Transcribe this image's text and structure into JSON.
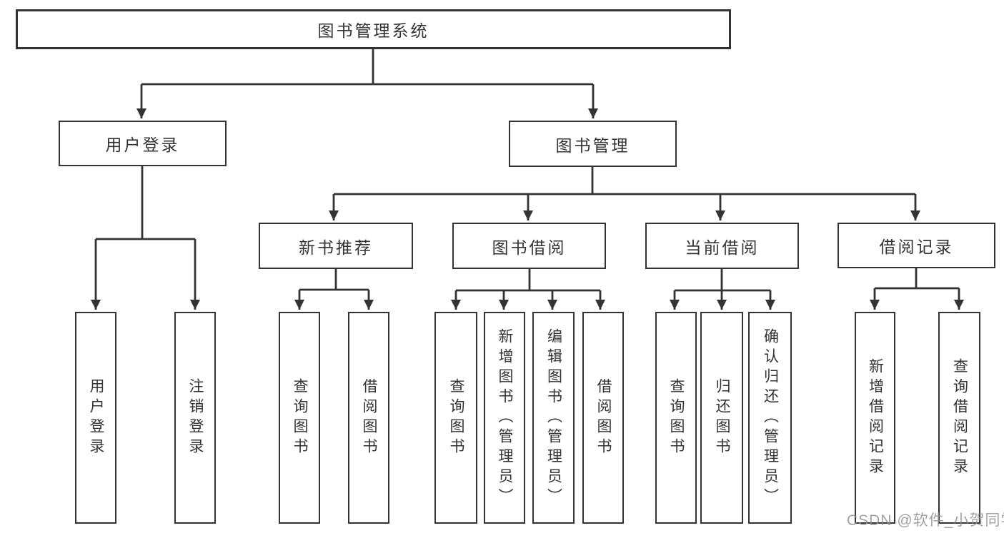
{
  "diagram": {
    "root": "图书管理系统",
    "level2": {
      "user_login": "用户登录",
      "book_mgmt": "图书管理"
    },
    "level3": {
      "new_books": "新书推荐",
      "book_borrow": "图书借阅",
      "current_borrow": "当前借阅",
      "borrow_records": "借阅记录"
    },
    "level4": {
      "user_login_child_1": "用户登录",
      "user_login_child_2": "注销登录",
      "new_books_child_1": "查询图书",
      "new_books_child_2": "借阅图书",
      "book_borrow_child_1": "查询图书",
      "book_borrow_child_2": "新增图书（管理员）",
      "book_borrow_child_3": "编辑图书（管理员）",
      "book_borrow_child_4": "借阅图书",
      "current_borrow_child_1": "查询图书",
      "current_borrow_child_2": "归还图书",
      "current_borrow_child_3": "确认归还（管理员）",
      "borrow_records_child_1": "新增借阅记录",
      "borrow_records_child_2": "查询借阅记录"
    }
  },
  "watermark": "CSDN @软件_小贺同学",
  "colors": {
    "line": "#333333",
    "box_border": "#333333",
    "text": "#333333",
    "watermark": "#919191",
    "background": "#ffffff"
  }
}
